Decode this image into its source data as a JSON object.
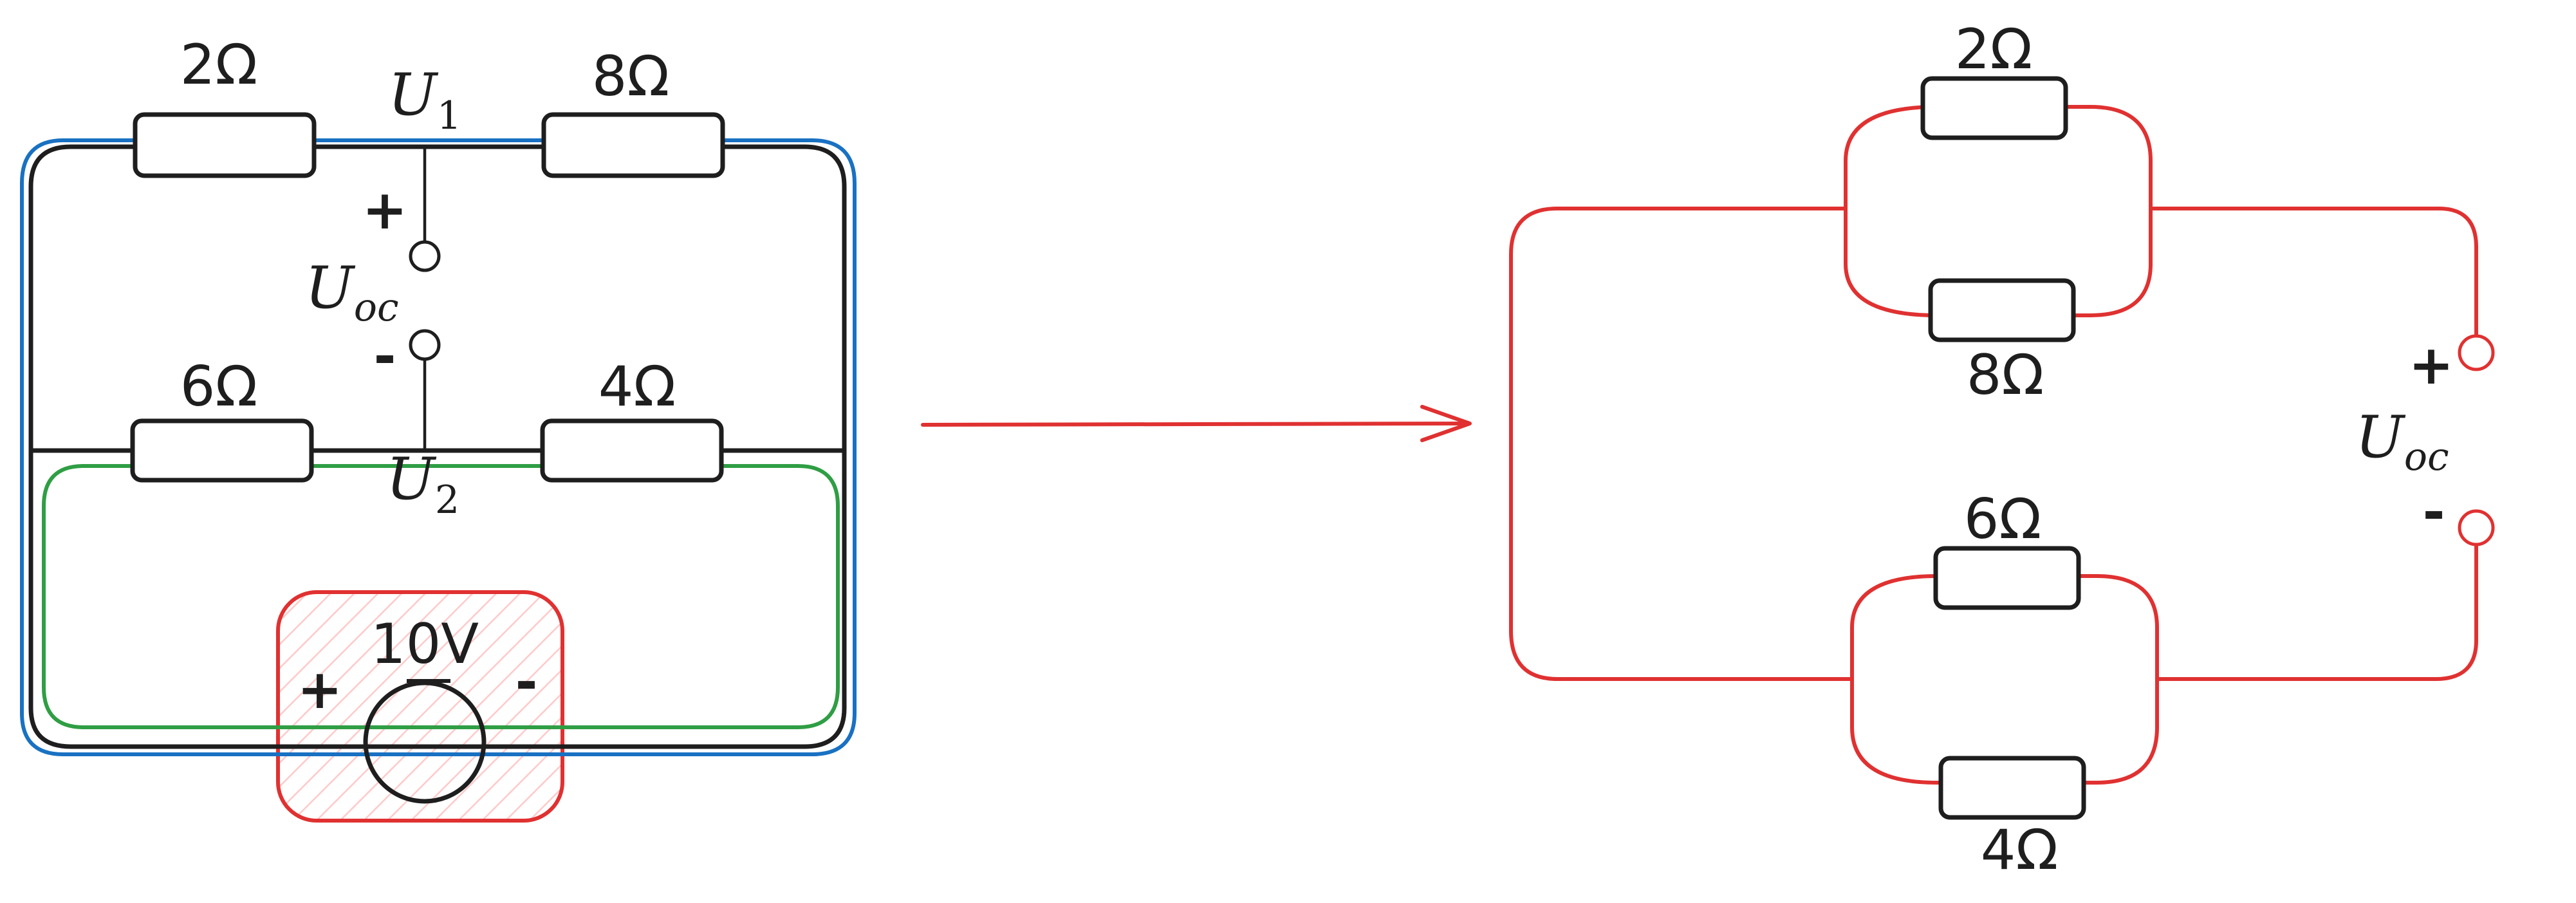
{
  "colors": {
    "ink": "#1e1e1e",
    "blue_loop": "#1971c2",
    "green_loop": "#2f9e44",
    "red_highlight": "#e03131",
    "hatch": "#ffc9c9"
  },
  "left_circuit": {
    "r_top_left": "2Ω",
    "r_top_right": "8Ω",
    "r_mid_left": "6Ω",
    "r_mid_right": "4Ω",
    "node_top": {
      "base": "U",
      "sub": "1"
    },
    "node_bottom": {
      "base": "U",
      "sub": "2"
    },
    "output": {
      "base": "U",
      "sub": "oc",
      "plus": "+",
      "minus": "-"
    },
    "source": {
      "value": "10V",
      "plus": "+",
      "minus": "-"
    }
  },
  "right_circuit": {
    "upper_top": "2Ω",
    "upper_bottom": "8Ω",
    "lower_top": "6Ω",
    "lower_bottom": "4Ω",
    "output": {
      "base": "U",
      "sub": "oc",
      "plus": "+",
      "minus": "-"
    }
  }
}
